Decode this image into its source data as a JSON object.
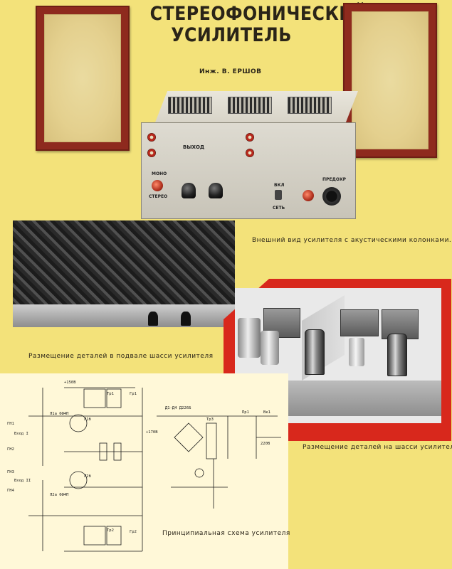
{
  "title_line1": "СТЕРЕОФОНИЧЕСКИЙ",
  "title_line2": "УСИЛИТЕЛЬ",
  "author": "Инж. В. ЕРШОВ",
  "captions": {
    "exterior": "Внешний вид усилителя с акустическими колонками.",
    "underside": "Размещение деталей в подвале шасси усилителя",
    "chassis": "Размещение деталей на шасси усилителя",
    "schematic": "Принципиальная схема усилителя"
  },
  "panel_labels": {
    "output": "ВЫХОД",
    "mono": "МОНО",
    "stereo": "СТЕРЕО",
    "power_on": "ВКЛ",
    "mains": "СЕТЬ",
    "fuse": "ПРЕДОХР"
  },
  "schematic_labels": {
    "inputs": [
      "ГН1",
      "Вход I",
      "ГН2",
      "ГН3",
      "Вход II",
      "ГН4"
    ],
    "tubes": [
      "Л1а 6Ф4П",
      "Л1б",
      "Л2а 6Ф4П",
      "Л2б"
    ],
    "transformers": [
      "Тр1",
      "Тр2",
      "Тр3"
    ],
    "speakers": [
      "Гр1",
      "Гр2"
    ],
    "power": [
      "Д1-Д4 Д226Б",
      "Пр1",
      "Вк1",
      "220В",
      "+150В",
      "+170В"
    ]
  },
  "colors": {
    "page_bg": "#f3e27a",
    "red_mount": "#d8281c",
    "speaker_frame": "#8e2a1e"
  }
}
